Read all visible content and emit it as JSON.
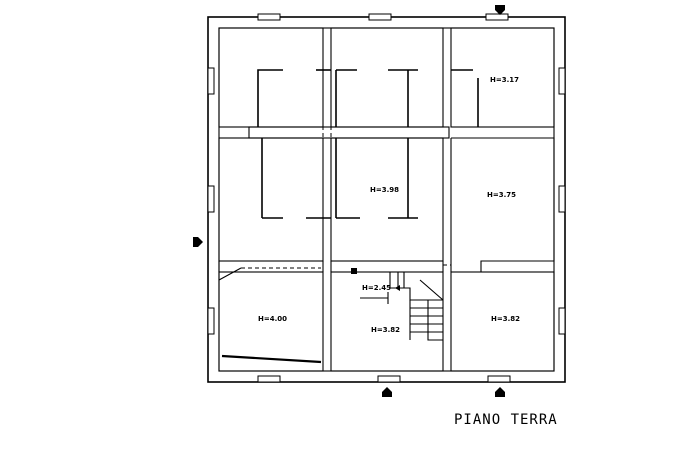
{
  "drawing": {
    "title": "PIANO TERRA",
    "rooms": [
      {
        "id": "top-right",
        "height_label": "H=3.17"
      },
      {
        "id": "middle-center",
        "height_label": "H=3.98"
      },
      {
        "id": "middle-right",
        "height_label": "H=3.75"
      },
      {
        "id": "stair-landing",
        "height_label": "H=2.45"
      },
      {
        "id": "bottom-left",
        "height_label": "H=4.00"
      },
      {
        "id": "bottom-center",
        "height_label": "H=3.82"
      },
      {
        "id": "bottom-right",
        "height_label": "H=3.82"
      }
    ]
  }
}
